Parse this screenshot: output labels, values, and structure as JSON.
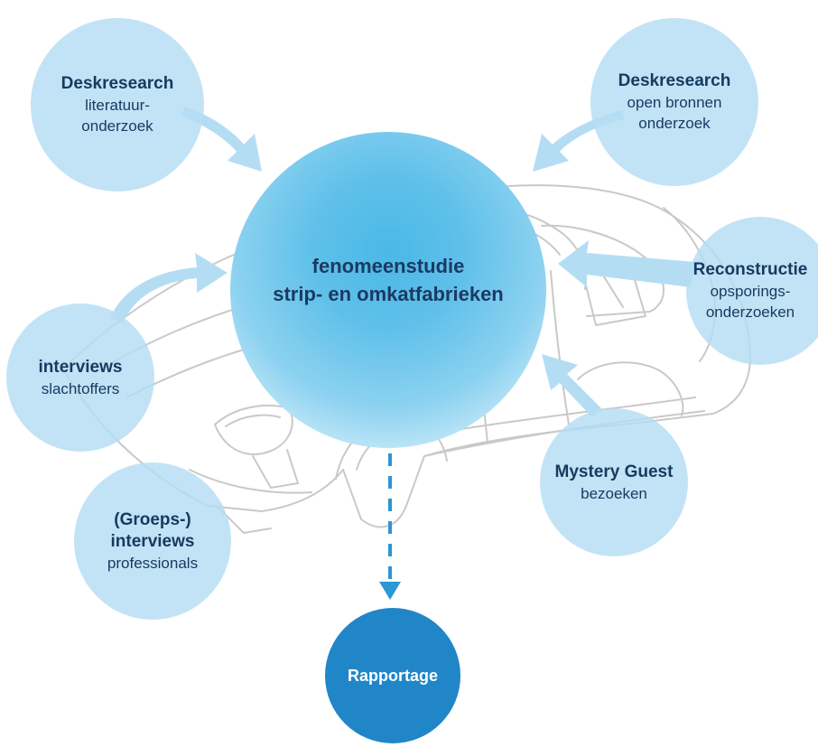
{
  "colors": {
    "bubble": "#b4ddf4",
    "center": "#4ab8e6",
    "report": "#2186c8",
    "text": "#163a5f",
    "arrow": "#b4ddf4",
    "dashed": "#2b97d3",
    "car_lines": "#c9c9c9"
  },
  "center": {
    "line1": "fenomeenstudie",
    "line2": "strip- en omkatfabrieken"
  },
  "nodes": {
    "desk_lit": {
      "title": "Deskresearch",
      "sub1": "literatuur-",
      "sub2": "onderzoek"
    },
    "desk_open": {
      "title": "Deskresearch",
      "sub1": "open bronnen",
      "sub2": "onderzoek"
    },
    "reconstructie": {
      "title": "Reconstructie",
      "sub1": "opsporings-",
      "sub2": "onderzoeken"
    },
    "interviews": {
      "title": "interviews",
      "sub1": "slachtoffers"
    },
    "groeps": {
      "title1": "(Groeps-)",
      "title2": "interviews",
      "sub1": "professionals"
    },
    "mystery": {
      "title": "Mystery Guest",
      "sub1": "bezoeken"
    }
  },
  "report": {
    "label": "Rapportage"
  }
}
